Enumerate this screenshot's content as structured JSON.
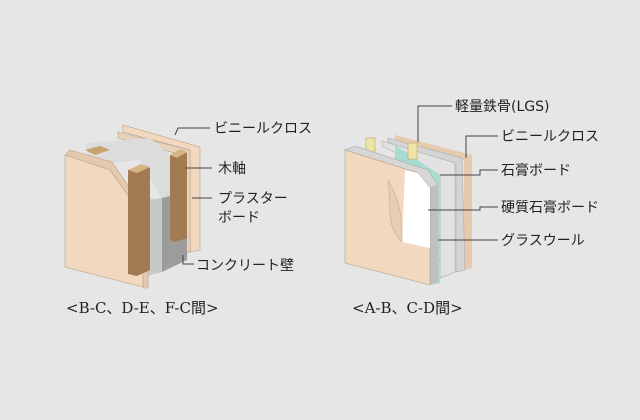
{
  "left_diagram": {
    "caption": "<B-C、D-E、F-C間>",
    "labels": {
      "vinyl_cloth": "ビニールクロス",
      "wood_frame": "木軸",
      "plaster_board_1": "プラスター",
      "plaster_board_2": "ボード",
      "concrete_wall": "コンクリート壁"
    }
  },
  "right_diagram": {
    "caption": "<A-B、C-D間>",
    "labels": {
      "lgs": "軽量鉄骨(LGS)",
      "vinyl_cloth": "ビニールクロス",
      "gypsum_board": "石膏ボード",
      "hard_gypsum_board": "硬質石膏ボード",
      "glass_wool": "グラスウール"
    }
  },
  "colors": {
    "background": "#e6e6e6",
    "board": "#f1d8bf",
    "wood": "#b08a5e",
    "concrete": "#9c9c9c",
    "glass_wool": "#a8dcd0",
    "lgs": "#efe4a8"
  }
}
